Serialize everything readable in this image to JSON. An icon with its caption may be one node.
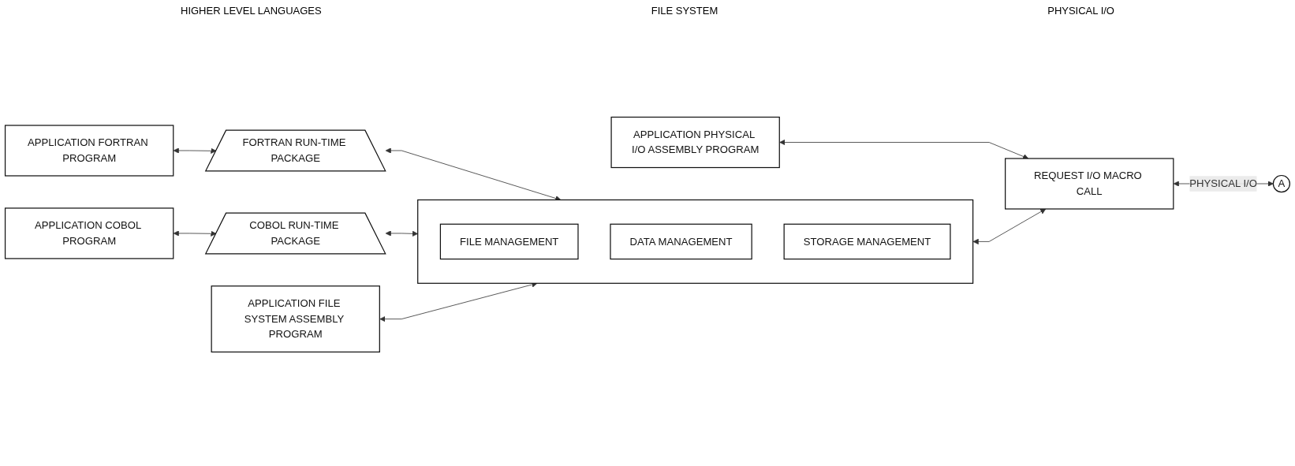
{
  "diagram": {
    "nodes": [
      {
        "text": [
          "APPLICATION FORTRAN PROGRAM"
        ]
      },
      {
        "text": [
          "FORTRAN RUN-TIME PACKAGE"
        ]
      },
      {
        "text": [
          "APPLICATION COBOL PROGRAM"
        ]
      },
      {
        "text": [
          "COBOL RUN-TIME PACKAGE"
        ]
      },
      {
        "text": [
          "APPLICATION FILE SYSTEM ASSEMBLY PROGRAM"
        ]
      },
      {
        "text": [],
        "shape": "box"
      },
      {
        "text": [
          "FILE MANAGEMENT"
        ],
        "in": 5
      },
      {
        "text": [
          "DATA MANAGEMENT"
        ],
        "in": 5
      },
      {
        "text": [
          "STORAGE MANAGEMENT"
        ],
        "in": 5
      },
      {
        "text": [
          "REQUEST I/O MACRO CALL"
        ]
      },
      {
        "text": [
          "APPLICATION PHYSICAL I/O ASSEMBLY PROGRAM"
        ]
      },
      {
        "text": [
          "A"
        ]
      }
    ],
    "edges": [
      {
        "from": 0,
        "to": 1,
        "arrow": "both"
      },
      {
        "from": 1,
        "to": 5,
        "arrow": "both"
      },
      {
        "from": 2,
        "to": 3,
        "arrow": "both"
      },
      {
        "from": 3,
        "to": 5,
        "arrow": "both"
      },
      {
        "from": 4,
        "to": 5,
        "arrow": "both"
      },
      {
        "from": 5,
        "to": 9,
        "arrow": "both"
      },
      {
        "from": 10,
        "to": 9,
        "arrow": "both"
      },
      {
        "from": 9,
        "to": 11,
        "arrow": "both",
        "label": "PHYSICAL I/O"
      }
    ],
    "labels": [
      "HIGHER LEVEL LANGUAGES",
      "FILE SYSTEM",
      "PHYSICAL I/O"
    ]
  }
}
